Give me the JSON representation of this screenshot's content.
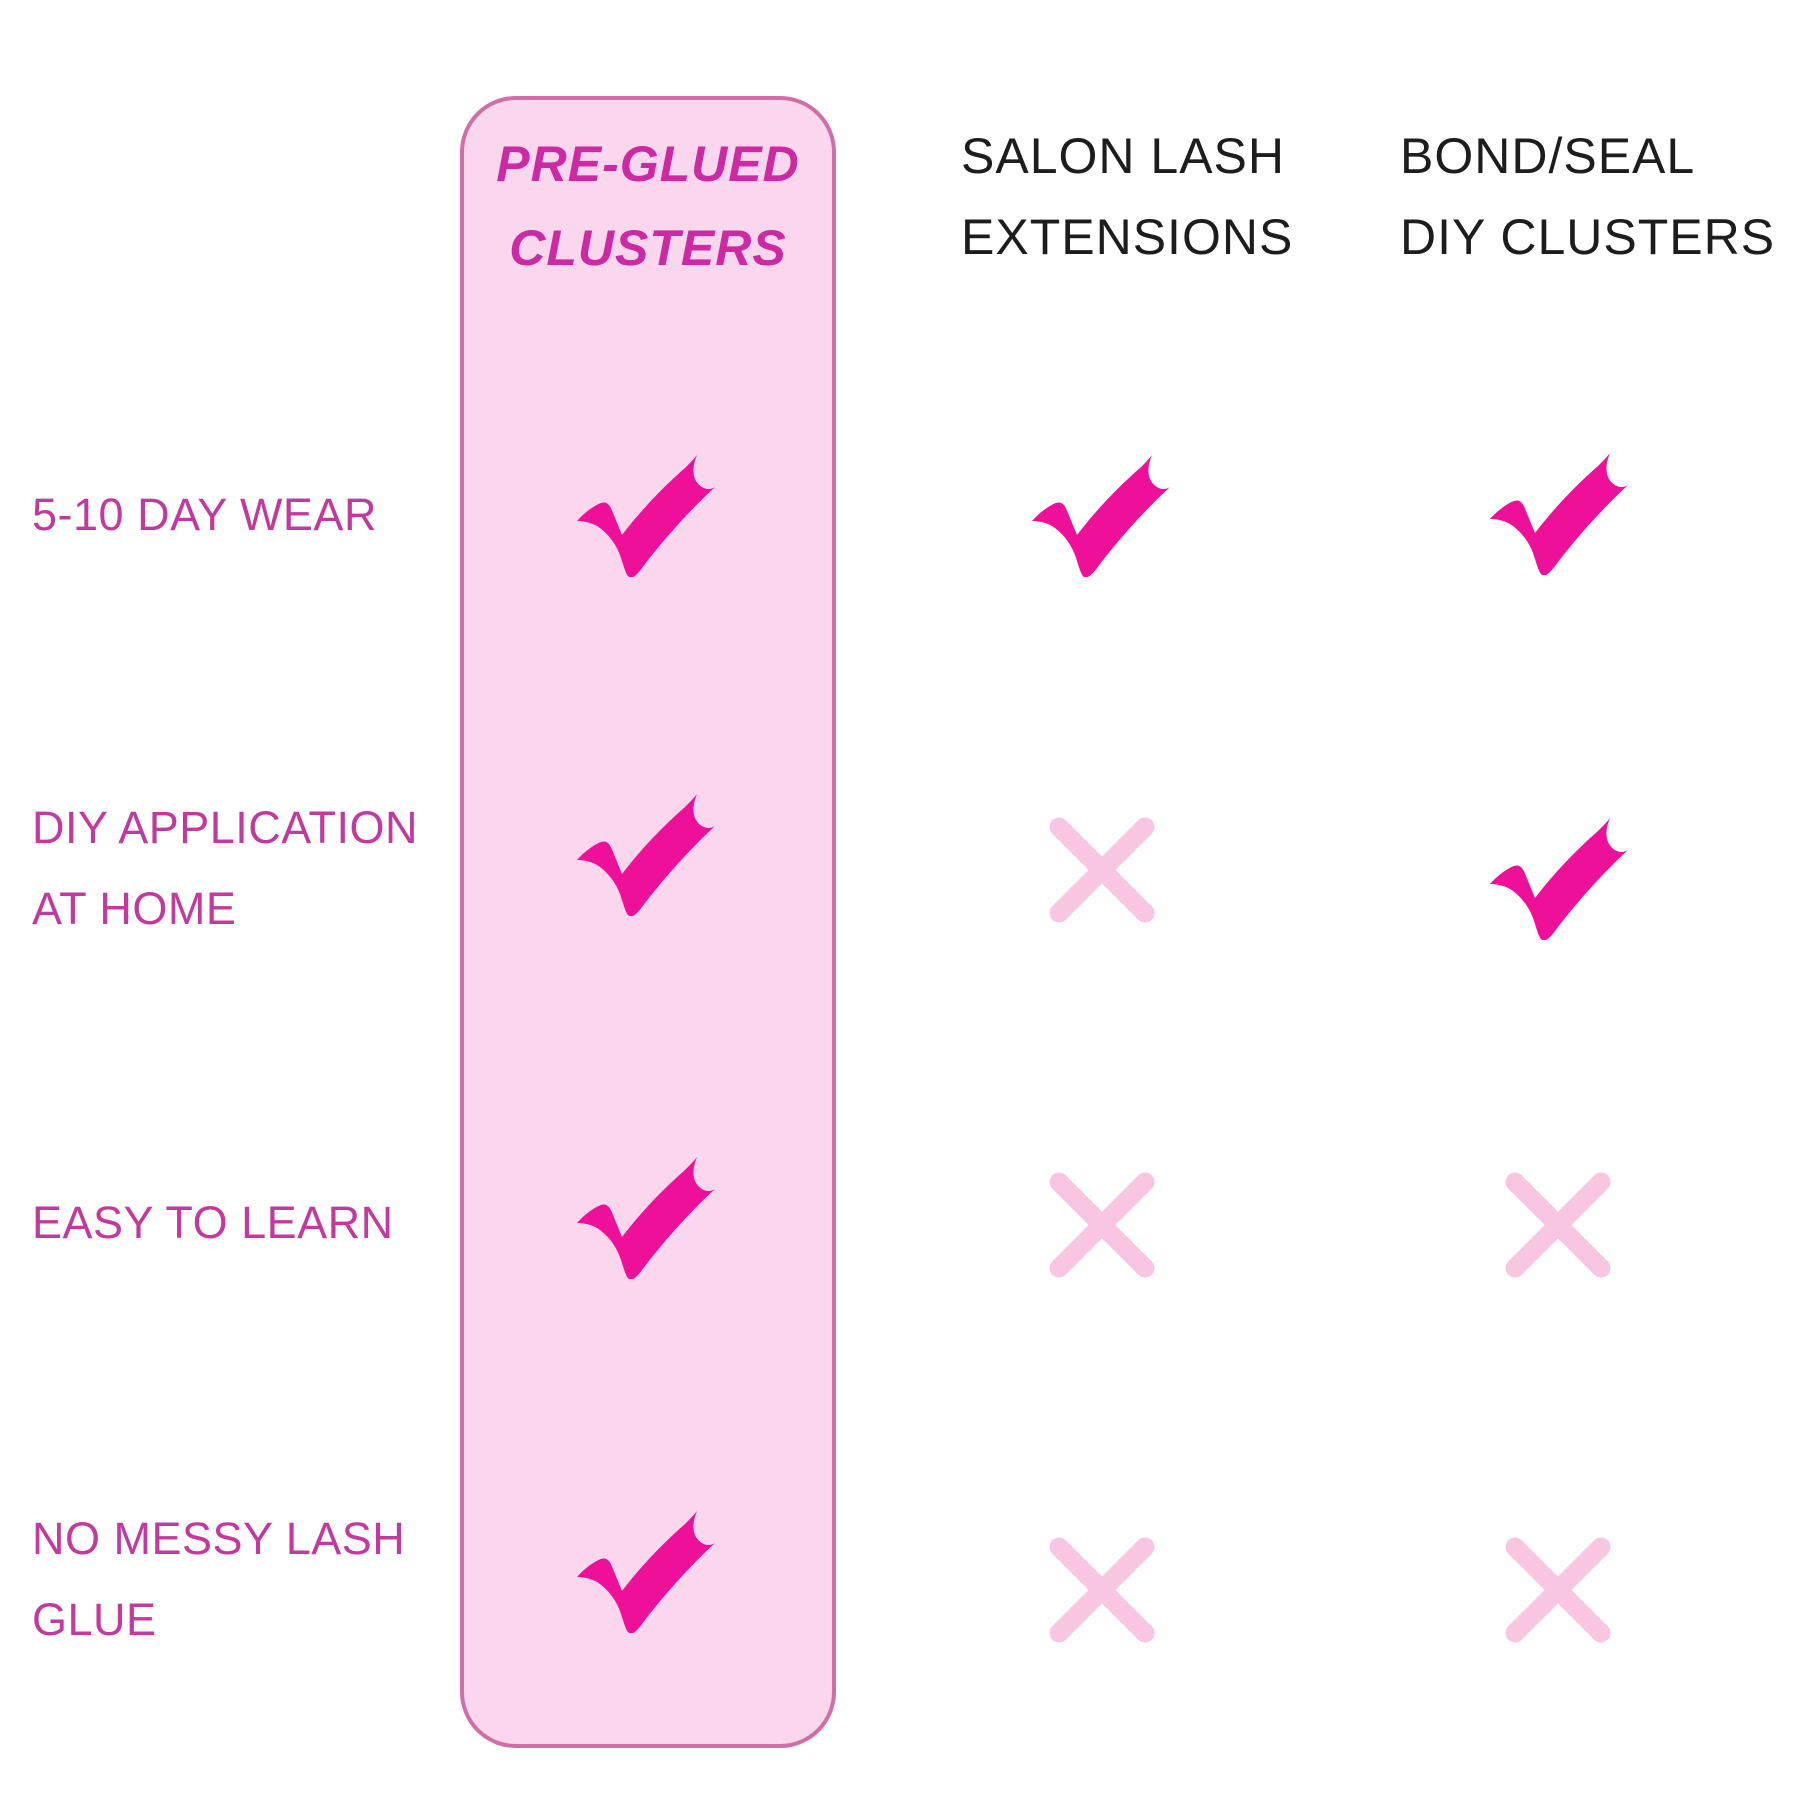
{
  "colors": {
    "background": "#ffffff",
    "check_pink": "#ef109a",
    "cross_pink": "#f9c6e2",
    "panel_fill": "#fbd7ee",
    "panel_border": "#d06fa6",
    "panel_header_text": "#cb2aa2",
    "row_label_text": "#c13a9e",
    "column_header_text": "#1d1d1d"
  },
  "chart_data": {
    "type": "table",
    "title": "",
    "columns": [
      {
        "id": "pre_glued_clusters",
        "lines": [
          "PRE-GLUED",
          "CLUSTERS"
        ],
        "highlighted": true
      },
      {
        "id": "salon_lash_extensions",
        "lines": [
          "SALON LASH",
          "EXTENSIONS"
        ],
        "highlighted": false
      },
      {
        "id": "bond_seal_diy_clusters",
        "lines": [
          "BOND/SEAL",
          "DIY CLUSTERS"
        ],
        "highlighted": false
      }
    ],
    "rows": [
      {
        "id": "wear",
        "lines": [
          "5-10 DAY WEAR"
        ]
      },
      {
        "id": "diy_application",
        "lines": [
          "DIY APPLICATION",
          "AT HOME"
        ]
      },
      {
        "id": "easy_to_learn",
        "lines": [
          "EASY TO LEARN"
        ]
      },
      {
        "id": "no_messy_glue",
        "lines": [
          "NO MESSY LASH",
          "GLUE"
        ]
      }
    ],
    "values": [
      [
        "yes",
        "yes",
        "yes"
      ],
      [
        "yes",
        "no",
        "yes"
      ],
      [
        "yes",
        "no",
        "no"
      ],
      [
        "yes",
        "no",
        "no"
      ]
    ],
    "legend": {
      "yes": "hot-pink check mark",
      "no": "light-pink cross mark"
    },
    "layout": {
      "grid": false,
      "legend_position": "none",
      "highlighted_column": "PRE-GLUED CLUSTERS"
    }
  }
}
